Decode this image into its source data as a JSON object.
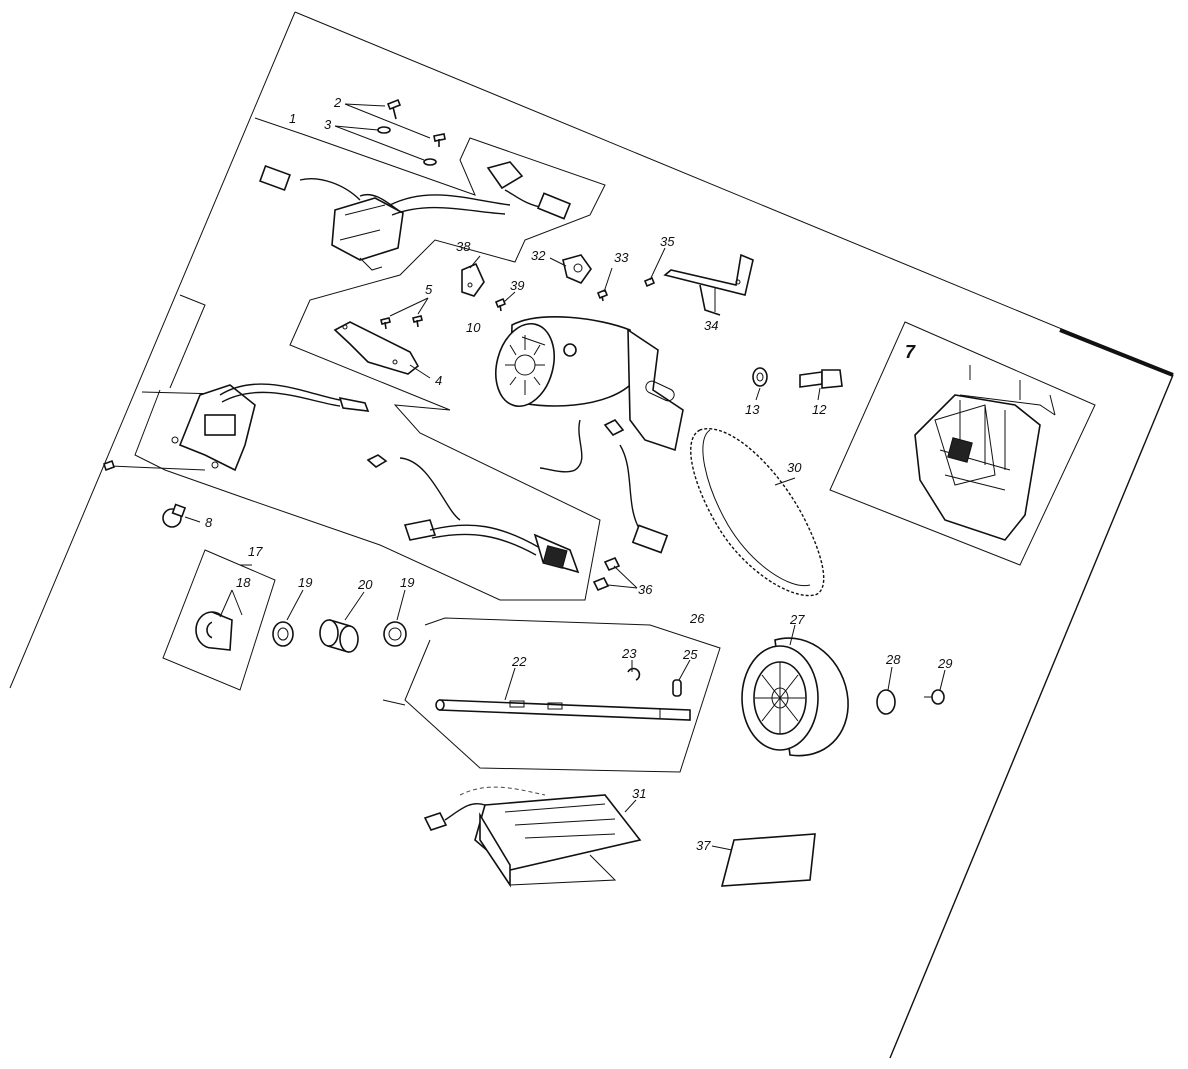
{
  "figure": {
    "callouts": [
      "1",
      "2",
      "3",
      "4",
      "5",
      "7",
      "8",
      "10",
      "12",
      "13",
      "17",
      "18",
      "19",
      "20",
      "19",
      "22",
      "23",
      "25",
      "26",
      "27",
      "28",
      "29",
      "30",
      "31",
      "32",
      "33",
      "34",
      "35",
      "36",
      "37",
      "38",
      "39"
    ]
  },
  "colors": {
    "ink": "#111111",
    "paper": "#ffffff"
  }
}
